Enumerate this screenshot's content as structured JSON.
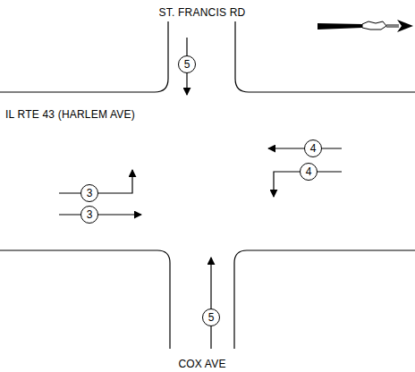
{
  "diagram": {
    "nodes": [
      {
        "text": [
          "5"
        ]
      },
      {
        "text": [
          "4"
        ]
      },
      {
        "text": [
          "4"
        ]
      },
      {
        "text": [
          "3"
        ]
      },
      {
        "text": [
          "3"
        ]
      },
      {
        "text": [
          "5"
        ]
      }
    ],
    "labels": [
      "ST. FRANCIS RD",
      "IL RTE 43 (HARLEM AVE)",
      "COX AVE"
    ]
  }
}
